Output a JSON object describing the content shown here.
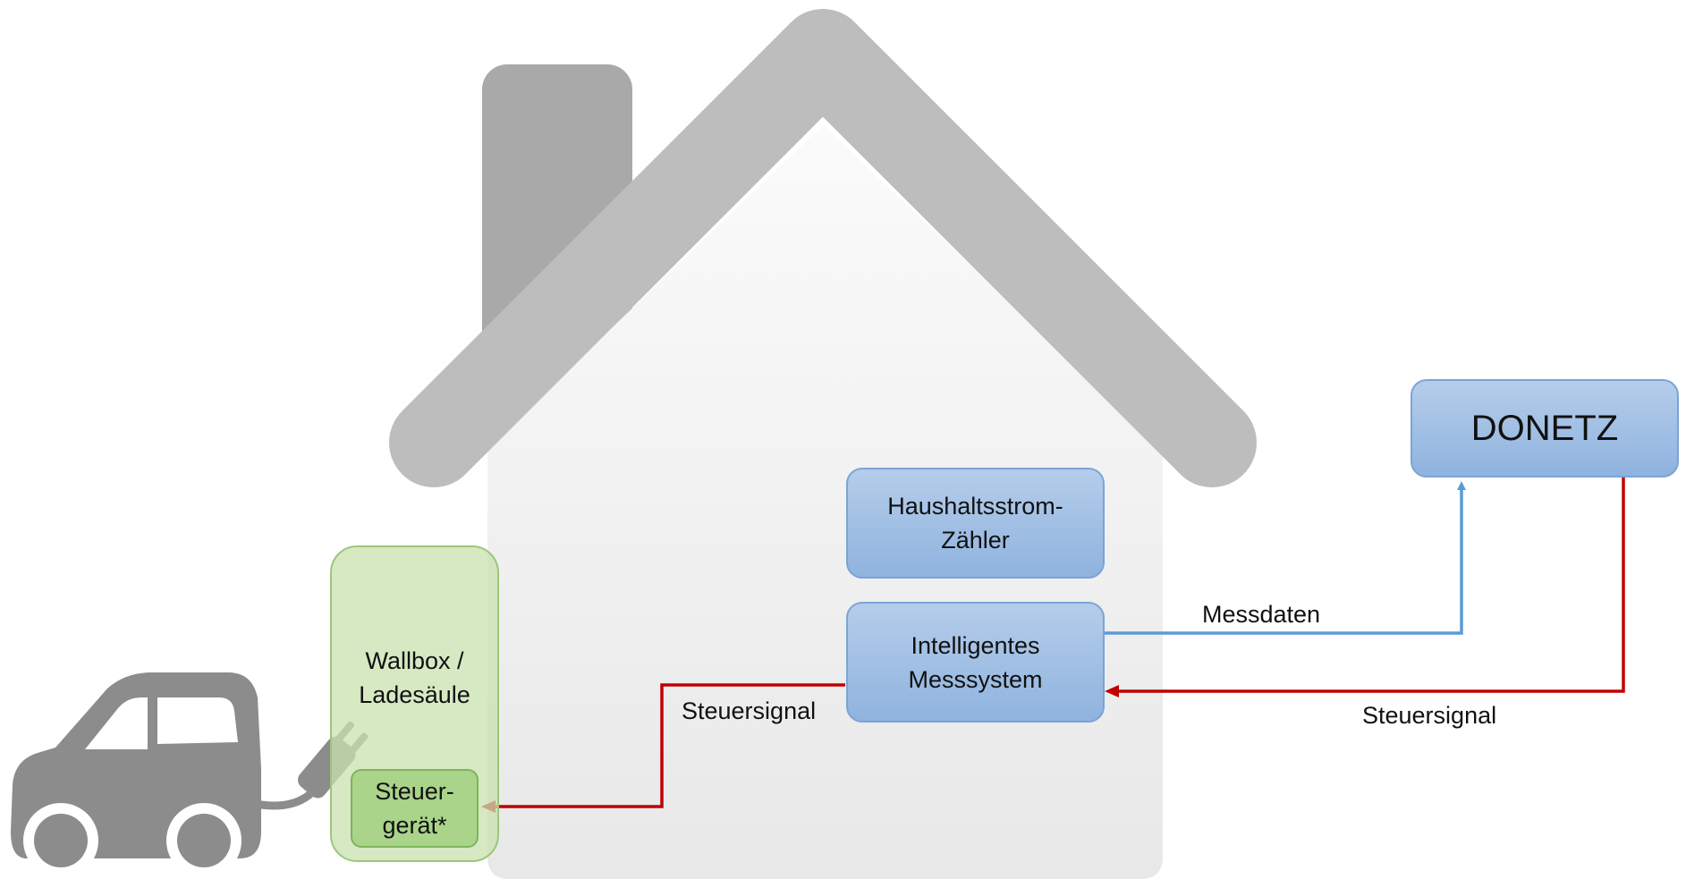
{
  "nodes": {
    "donetz": "DONETZ",
    "haushalt": "Haushaltsstrom-\nZähler",
    "messsystem": "Intelligentes\nMesssystem",
    "wallbox": "Wallbox /\nLadesäule",
    "steuergeraet": "Steuer-\ngerät*"
  },
  "edges": {
    "messdaten": "Messdaten",
    "steuersignal_left": "Steuersignal",
    "steuersignal_right": "Steuersignal"
  },
  "colors": {
    "house": "#eeeeee",
    "roof": "#bdbdbd",
    "chimney": "#a9a9a9",
    "car": "#8c8c8c",
    "signal_blue": "#5b9bd5",
    "signal_red": "#c00000"
  }
}
